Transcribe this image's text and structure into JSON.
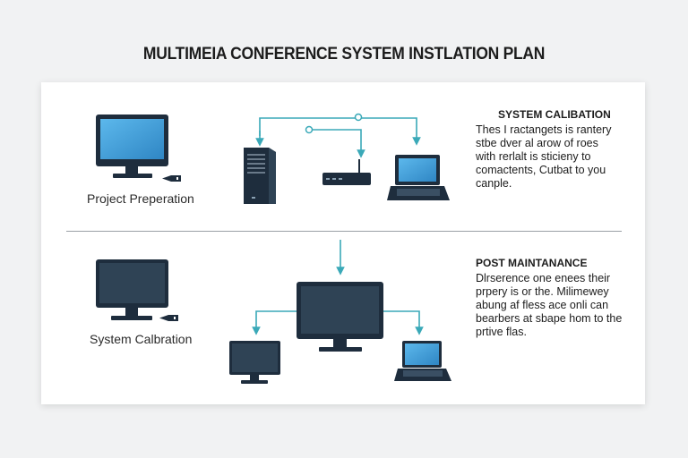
{
  "title": "MULTIMEIA CONFERENCE SYSTEM INSTLATION PLAN",
  "top": {
    "caption": "Project Preperation",
    "heading": "SYSTEM CALIBATION",
    "body": [
      "Thes I ractangets is rantery",
      "stbe dver al arow of roes",
      "with rerlalt is sticieny to",
      "comactents, Cutbat to you",
      "canple."
    ]
  },
  "bottom": {
    "caption": "System Calbration",
    "heading": "POST MAINTANANCE",
    "body": [
      "Dlrserence one enees their",
      "prpery is or the. Milimewey",
      "abung af fless ace onli can",
      "bearbers at sbape hom to the",
      "prtive flas."
    ]
  },
  "colors": {
    "accent": "#3aa9b8",
    "device_dark": "#1e2d3d",
    "screen_blue": "#3d9ad6",
    "screen_slate": "#2f4355"
  },
  "icons": [
    "monitor-icon",
    "server-tower-icon",
    "router-icon",
    "laptop-icon"
  ]
}
